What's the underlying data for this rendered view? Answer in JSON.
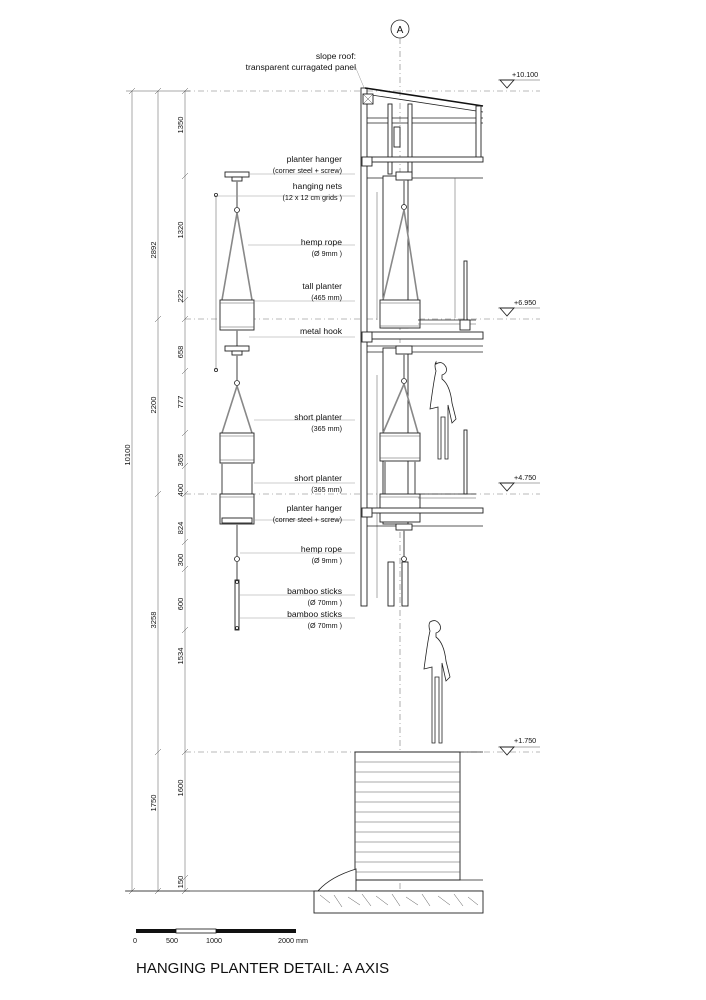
{
  "title": "HANGING PLANTER DETAIL: A AXIS",
  "axis_marker": "A",
  "callouts": {
    "slope_roof": {
      "line1": "slope roof:",
      "line2": "transparent curragated panel"
    },
    "planter_hanger_top": {
      "label": "planter hanger",
      "sub": "(corner steel + screw)"
    },
    "hanging_nets": {
      "label": "hanging nets",
      "sub": "(12 x 12 cm grids )"
    },
    "hemp_rope_top": {
      "label": "hemp rope",
      "sub": "(Ø 9mm )"
    },
    "tall_planter": {
      "label": "tall planter",
      "sub": "(465 mm)"
    },
    "metal_hook": {
      "label": "metal hook"
    },
    "short_planter_1": {
      "label": "short planter",
      "sub": "(365 mm)"
    },
    "short_planter_2": {
      "label": "short planter",
      "sub": "(365 mm)"
    },
    "planter_hanger_bottom": {
      "label": "planter hanger",
      "sub": "(corner steel + screw)"
    },
    "hemp_rope_bottom": {
      "label": "hemp rope",
      "sub": "(Ø 9mm )"
    },
    "bamboo_sticks_1": {
      "label": "bamboo sticks",
      "sub": "(Ø 70mm )"
    },
    "bamboo_sticks_2": {
      "label": "bamboo sticks",
      "sub": "(Ø 70mm )"
    }
  },
  "levels": [
    "+10.100",
    "+6.950",
    "+4.750",
    "+1.750"
  ],
  "dimensions": {
    "overall": "10100",
    "outer": [
      "2892",
      "2200",
      "3258",
      "1750"
    ],
    "inner": [
      "1350",
      "1320",
      "222",
      "658",
      "777",
      "365",
      "400",
      "824",
      "300",
      "600",
      "1534",
      "1600",
      "150"
    ]
  },
  "scale_bar": {
    "labels": [
      "0",
      "500",
      "1000",
      "2000 mm"
    ]
  }
}
